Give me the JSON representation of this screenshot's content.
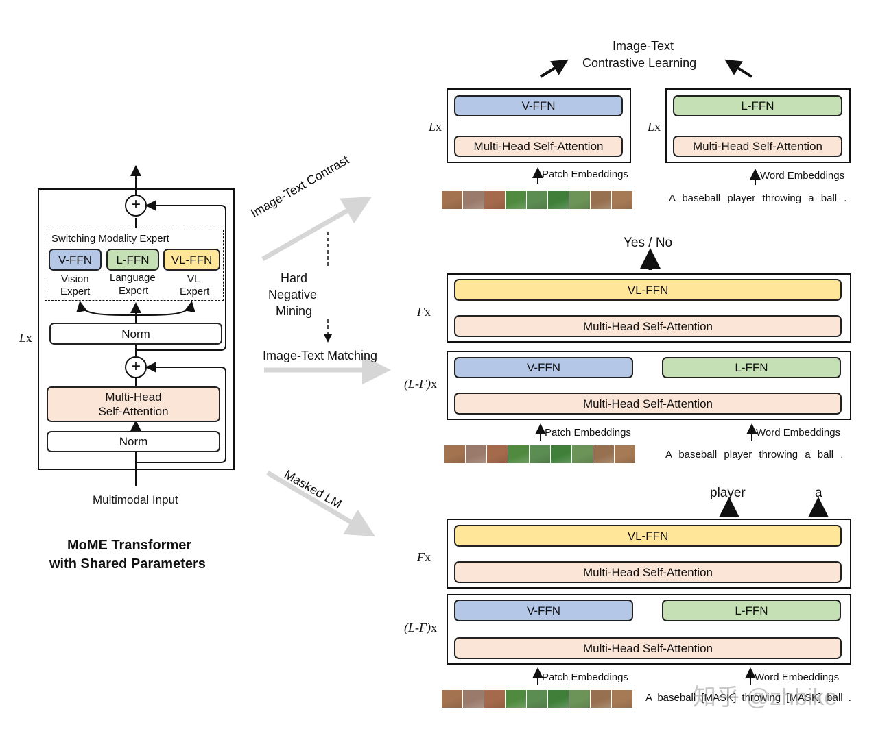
{
  "left": {
    "lx": "L",
    "lx_suffix": "x",
    "switch_title": "Switching Modality Expert",
    "experts": [
      {
        "label": "V-FFN",
        "desc1": "Vision",
        "desc2": "Expert",
        "color": "#b4c7e7"
      },
      {
        "label": "L-FFN",
        "desc1": "Language",
        "desc2": "Expert",
        "color": "#c5e0b4"
      },
      {
        "label": "VL-FFN",
        "desc1": "VL",
        "desc2": "Expert",
        "color": "#ffe699"
      }
    ],
    "norm_top": "Norm",
    "attention_line1": "Multi-Head",
    "attention_line2": "Self-Attention",
    "norm_bottom": "Norm",
    "input": "Multimodal Input",
    "caption_line1": "MoME Transformer",
    "caption_line2": "with Shared Parameters"
  },
  "middle": {
    "itc": "Image-Text Contrast",
    "hard1": "Hard",
    "hard2": "Negative",
    "hard3": "Mining",
    "itm": "Image-Text Matching",
    "mlm": "Masked LM"
  },
  "top": {
    "title1": "Image-Text",
    "title2": "Contrastive Learning",
    "vision": {
      "lx": "L",
      "x": "x",
      "ffn": "V-FFN",
      "attn": "Multi-Head Self-Attention",
      "emb": "Patch Embeddings"
    },
    "language": {
      "lx": "L",
      "x": "x",
      "ffn": "L-FFN",
      "attn": "Multi-Head Self-Attention",
      "emb": "Word Embeddings"
    },
    "sentence": "A baseball player throwing a ball ."
  },
  "itm_section": {
    "output": "Yes / No",
    "fx": "F",
    "fx_suffix": "x",
    "vlffn": "VL-FFN",
    "attn_upper": "Multi-Head Self-Attention",
    "lfx": "(L-F)",
    "lfx_suffix": "x",
    "vffn": "V-FFN",
    "lffn": "L-FFN",
    "attn_lower": "Multi-Head Self-Attention",
    "patch_emb": "Patch Embeddings",
    "word_emb": "Word Embeddings",
    "sentence": "A baseball player throwing a ball ."
  },
  "mlm_section": {
    "out1": "player",
    "out2": "a",
    "fx": "F",
    "fx_suffix": "x",
    "vlffn": "VL-FFN",
    "attn_upper": "Multi-Head Self-Attention",
    "lfx": "(L-F)",
    "lfx_suffix": "x",
    "vffn": "V-FFN",
    "lffn": "L-FFN",
    "attn_lower": "Multi-Head Self-Attention",
    "patch_emb": "Patch Embeddings",
    "word_emb": "Word Embeddings",
    "sentence": "A baseball [MASK] throwing [MASK] ball ."
  },
  "watermark": "知乎 @zhbike",
  "patch_colors": [
    "#a3724f",
    "#9a7a6a",
    "#a56a4c",
    "#4f8a3f",
    "#5b8c52",
    "#3f7f3a",
    "#6c9458",
    "#96704f",
    "#a67a55"
  ]
}
